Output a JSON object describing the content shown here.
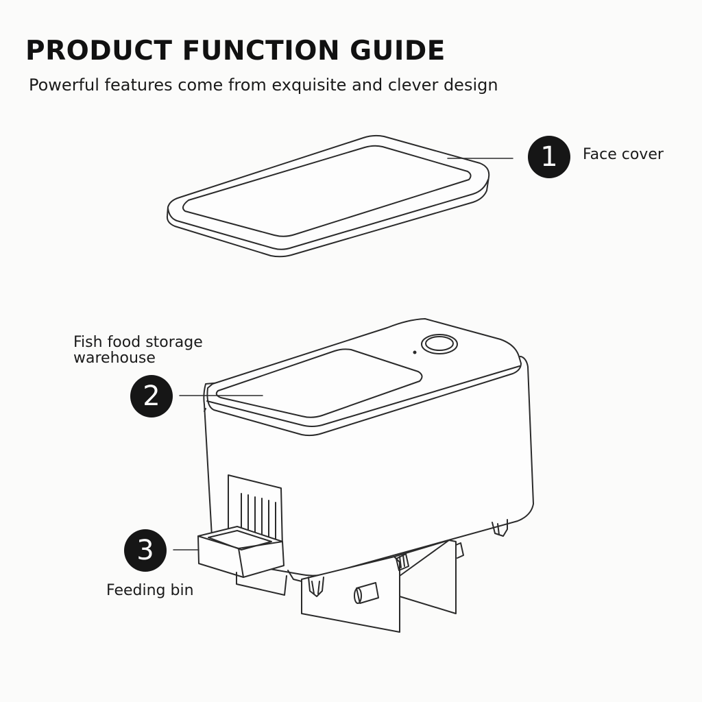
{
  "header": {
    "title": "PRODUCT FUNCTION GUIDE",
    "subtitle": "Powerful features come from exquisite and clever design"
  },
  "callouts": [
    {
      "number": "1",
      "label": "Face cover"
    },
    {
      "number": "2",
      "label_line1": "Fish food storage",
      "label_line2": "warehouse"
    },
    {
      "number": "3",
      "label": "Feeding bin"
    }
  ],
  "colors": {
    "ink": "#111111",
    "badge": "#161616",
    "background": "#fbfbfa"
  }
}
